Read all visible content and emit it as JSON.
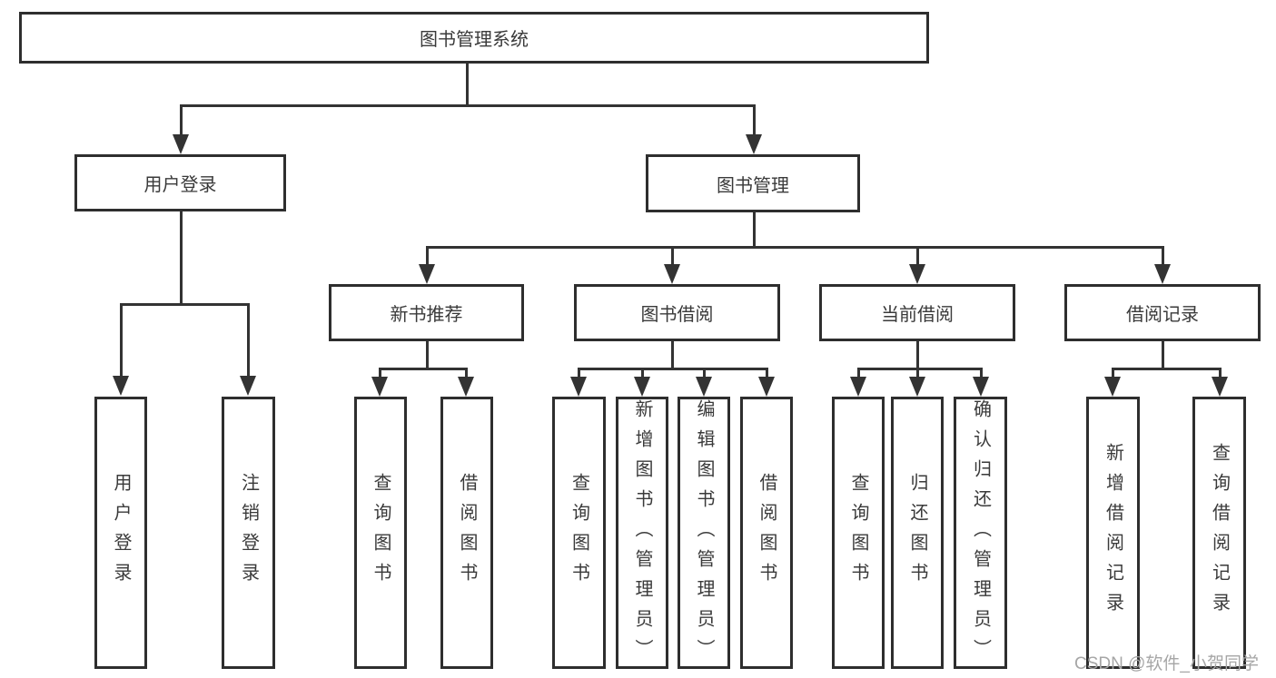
{
  "colors": {
    "background": "#ffffff",
    "border": "#2e2e2e",
    "line": "#333333",
    "text": "#3a3a3a",
    "watermark": "#a6a6a6"
  },
  "watermark": "CSDN @软件_小贺同学",
  "tree": {
    "root": "图书管理系统",
    "children": [
      {
        "label": "用户登录",
        "children": [
          "用户登录",
          "注销登录"
        ]
      },
      {
        "label": "图书管理",
        "children": [
          {
            "label": "新书推荐",
            "children": [
              "查询图书",
              "借阅图书"
            ]
          },
          {
            "label": "图书借阅",
            "children": [
              "查询图书",
              "新增图书（管理员）",
              "编辑图书（管理员）",
              "借阅图书"
            ]
          },
          {
            "label": "当前借阅",
            "children": [
              "查询图书",
              "归还图书",
              "确认归还（管理员）"
            ]
          },
          {
            "label": "借阅记录",
            "children": [
              "新增借阅记录",
              "查询借阅记录"
            ]
          }
        ]
      }
    ]
  }
}
